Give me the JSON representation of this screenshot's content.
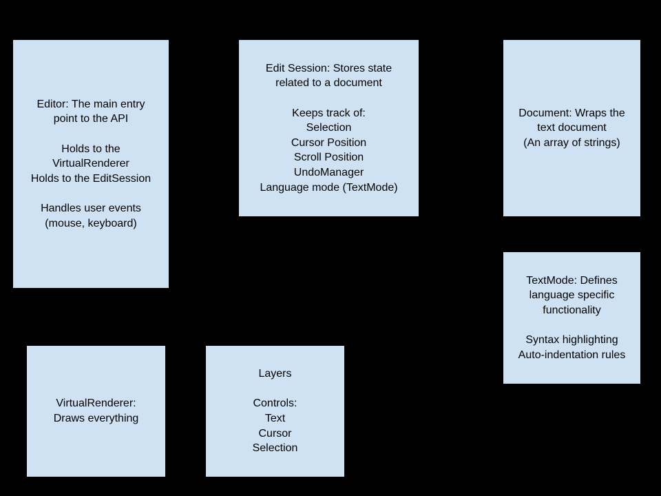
{
  "diagram": {
    "background_color": "#000000",
    "box_fill_color": "#cfe2f3",
    "box_border_color": "#000000",
    "text_color": "#000000"
  },
  "boxes": [
    {
      "id": "editor",
      "text": "Editor: The main entry\npoint to the API\n\nHolds to the\nVirtualRenderer\nHolds to the EditSession\n\nHandles user events\n(mouse, keyboard)"
    },
    {
      "id": "edit-session",
      "text": "Edit Session: Stores state\nrelated to a document\n\nKeeps track of:\nSelection\nCursor Position\nScroll Position\nUndoManager\nLanguage mode (TextMode)"
    },
    {
      "id": "document",
      "text": "Document: Wraps the\ntext document\n(An array of strings)"
    },
    {
      "id": "textmode",
      "text": "TextMode: Defines\nlanguage specific\nfunctionality\n\nSyntax highlighting\nAuto-indentation rules"
    },
    {
      "id": "virtualrenderer",
      "text": "VirtualRenderer:\nDraws everything"
    },
    {
      "id": "layers",
      "text": "Layers\n\nControls:\nText\nCursor\nSelection"
    }
  ]
}
